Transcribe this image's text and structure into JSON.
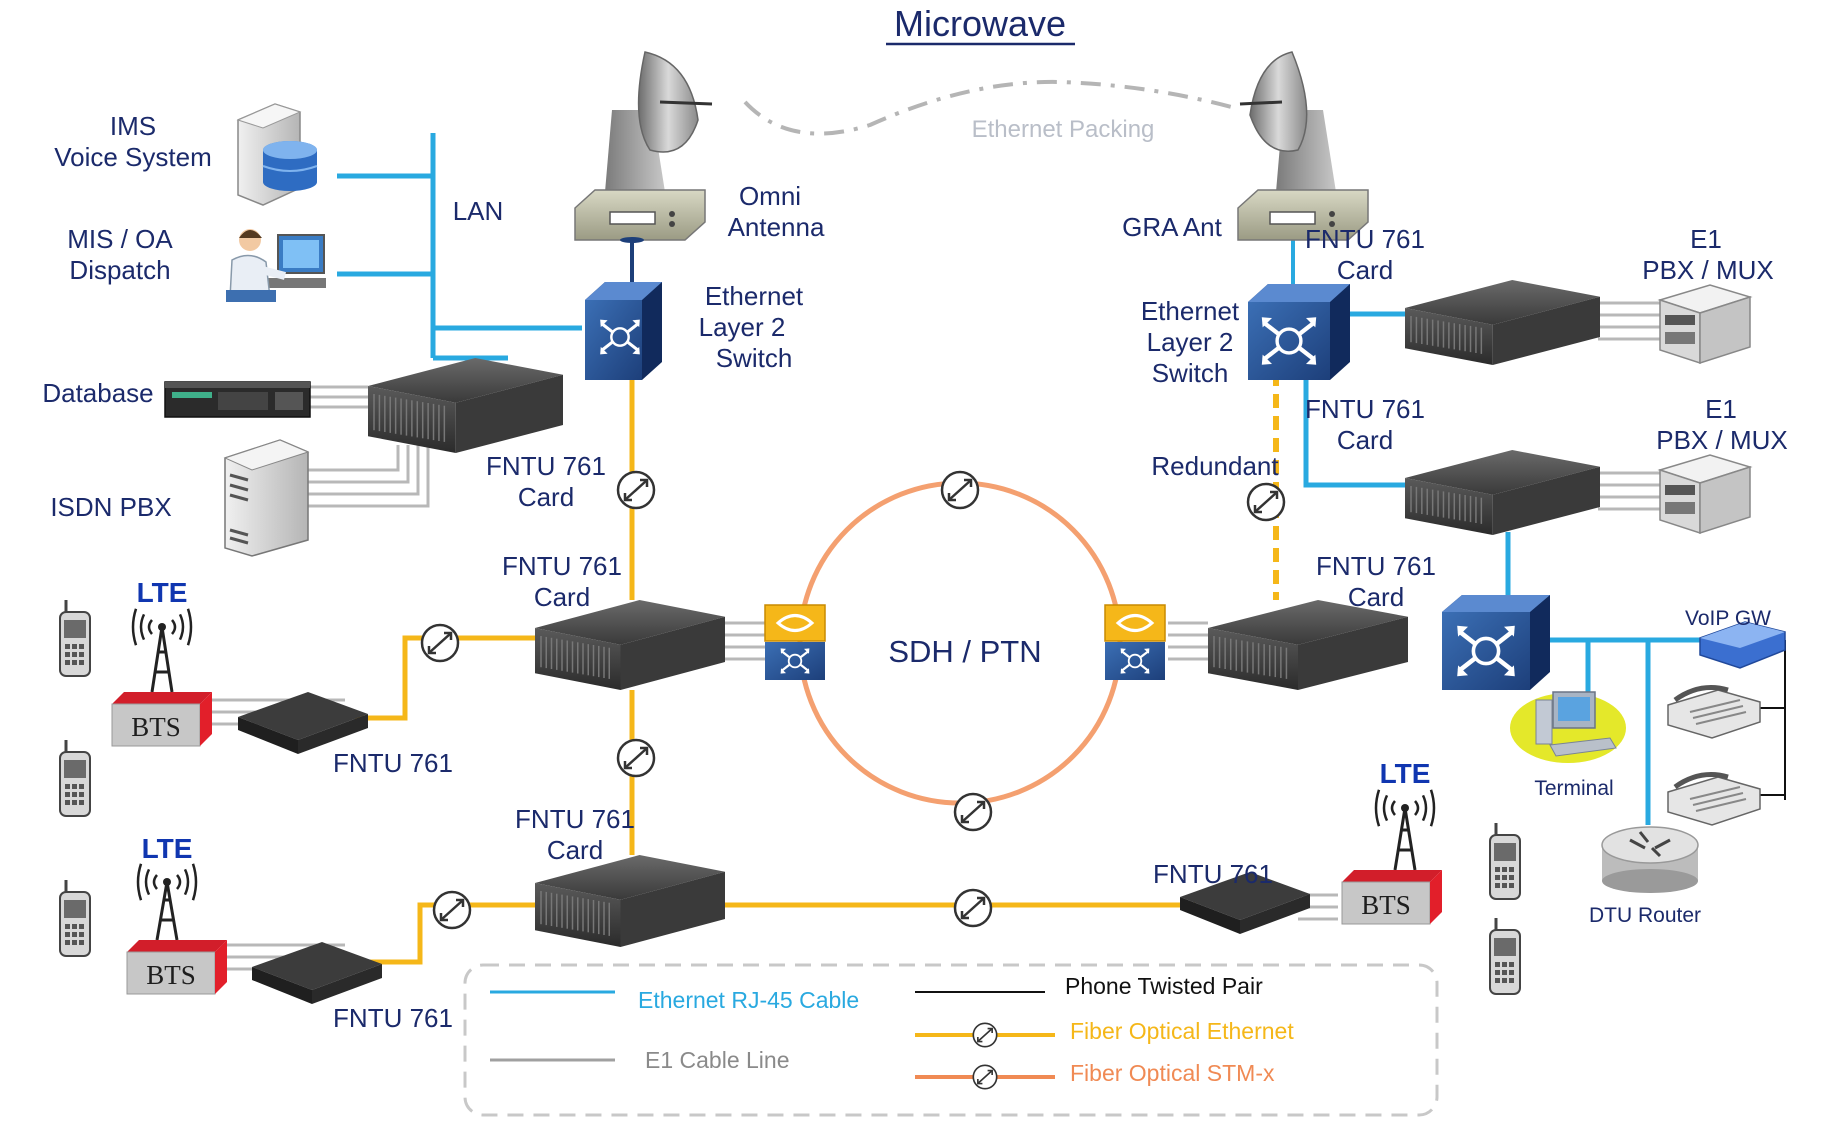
{
  "title": "Microwave",
  "link_label": "Ethernet  Packing",
  "ring_label": "SDH / PTN",
  "labels": {
    "ims": "IMS",
    "voice_system": "Voice System",
    "mis_oa": "MIS / OA",
    "dispatch": "Dispatch",
    "database": "Database",
    "isdn_pbx": "ISDN  PBX",
    "lan": "LAN",
    "omni_1": "Omni",
    "omni_2": "Antenna",
    "gra_ant": "GRA  Ant",
    "eth_switch_left": [
      "Ethernet",
      "Layer 2",
      "Switch"
    ],
    "eth_switch_right": [
      "Ethernet",
      "Layer  2",
      "Switch"
    ],
    "redundant": "Redundant",
    "fntu_761": "FNTU 761",
    "card": "Card",
    "e1": "E1",
    "pbx_mux": "PBX / MUX",
    "lte": "LTE",
    "bts": "BTS",
    "voip_gw": "VoIP GW",
    "terminal": "Terminal",
    "dtu_router": "DTU Router"
  },
  "legend": {
    "ethernet_cable": "Ethernet  RJ-45  Cable",
    "e1_cable": "E1  Cable Line",
    "phone_twisted": "Phone Twisted Pair",
    "fiber_ethernet": "Fiber Optical   Ethernet",
    "fiber_stm": "Fiber Optical   STM-x"
  },
  "colors": {
    "ethernet": "#29a9e0",
    "e1_cable": "#a0a0a0",
    "phone": "#111111",
    "fiber_ethernet": "#f5b719",
    "fiber_stm": "#f08a54",
    "label": "#1b2a6b"
  }
}
